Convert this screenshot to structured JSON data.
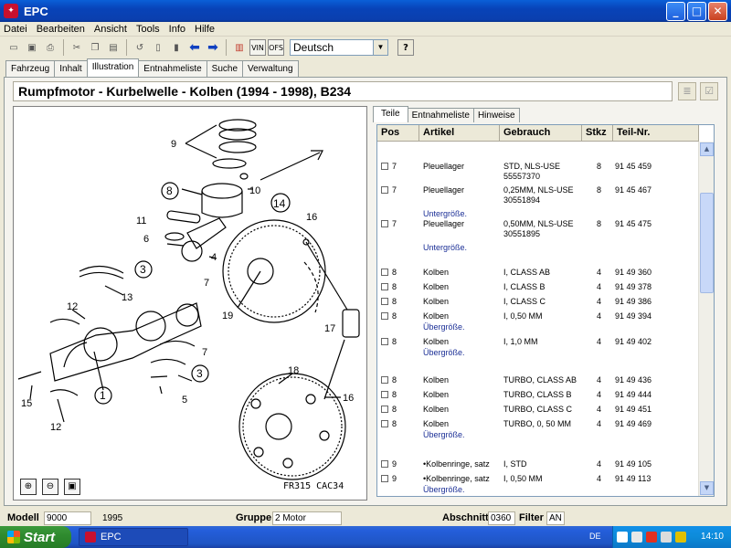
{
  "window": {
    "title": "EPC"
  },
  "menu": [
    "Datei",
    "Bearbeiten",
    "Ansicht",
    "Tools",
    "Info",
    "Hilfe"
  ],
  "toolbar": {
    "language": "Deutsch",
    "vin_label": "VIN",
    "ofs_label": "OFS",
    "help_label": "?"
  },
  "main_tabs": [
    "Fahrzeug",
    "Inhalt",
    "Illustration",
    "Entnahmeliste",
    "Suche",
    "Verwaltung"
  ],
  "heading": "Rumpfmotor - Kurbelwelle - Kolben   (1994 - 1998), B234",
  "illustration": {
    "callouts": [
      "9",
      "8",
      "10",
      "14",
      "11",
      "6",
      "4",
      "16",
      "3",
      "7",
      "12",
      "13",
      "19",
      "17",
      "7",
      "3",
      "5",
      "15",
      "1",
      "12",
      "18",
      "16"
    ],
    "figure_code": "FR315 CAC34"
  },
  "sub_tabs": [
    "Teile",
    "Entnahmeliste",
    "Hinweise"
  ],
  "parts_table": {
    "headers": [
      "Pos",
      "Artikel",
      "Gebrauch",
      "Stkz",
      "Teil-Nr."
    ],
    "rows": [
      {
        "pos": "7",
        "artikel": "Pleuellager",
        "gebrauch": "STD, NLS-USE",
        "gebrauch2": "55557370",
        "stk": "8",
        "teil": "91 45 459",
        "note": ""
      },
      {
        "pos": "7",
        "artikel": "Pleuellager",
        "gebrauch": "0,25MM, NLS-USE",
        "gebrauch2": "30551894",
        "stk": "8",
        "teil": "91 45 467",
        "note": "Untergröße."
      },
      {
        "pos": "7",
        "artikel": "Pleuellager",
        "gebrauch": "0,50MM, NLS-USE",
        "gebrauch2": "30551895",
        "stk": "8",
        "teil": "91 45 475",
        "note": "Untergröße."
      },
      {
        "pos": "8",
        "artikel": "Kolben",
        "gebrauch": "I, CLASS AB",
        "gebrauch2": "",
        "stk": "4",
        "teil": "91 49 360",
        "note": ""
      },
      {
        "pos": "8",
        "artikel": "Kolben",
        "gebrauch": "I, CLASS B",
        "gebrauch2": "",
        "stk": "4",
        "teil": "91 49 378",
        "note": ""
      },
      {
        "pos": "8",
        "artikel": "Kolben",
        "gebrauch": "I, CLASS C",
        "gebrauch2": "",
        "stk": "4",
        "teil": "91 49 386",
        "note": ""
      },
      {
        "pos": "8",
        "artikel": "Kolben",
        "gebrauch": "I, 0,50 MM",
        "gebrauch2": "",
        "stk": "4",
        "teil": "91 49 394",
        "note": "Übergröße."
      },
      {
        "pos": "8",
        "artikel": "Kolben",
        "gebrauch": "I, 1,0 MM",
        "gebrauch2": "",
        "stk": "4",
        "teil": "91 49 402",
        "note": "Übergröße."
      },
      {
        "pos": "8",
        "artikel": "Kolben",
        "gebrauch": "TURBO, CLASS AB",
        "gebrauch2": "",
        "stk": "4",
        "teil": "91 49 436",
        "note": ""
      },
      {
        "pos": "8",
        "artikel": "Kolben",
        "gebrauch": "TURBO, CLASS B",
        "gebrauch2": "",
        "stk": "4",
        "teil": "91 49 444",
        "note": ""
      },
      {
        "pos": "8",
        "artikel": "Kolben",
        "gebrauch": "TURBO, CLASS C",
        "gebrauch2": "",
        "stk": "4",
        "teil": "91 49 451",
        "note": ""
      },
      {
        "pos": "8",
        "artikel": "Kolben",
        "gebrauch": "TURBO, 0, 50 MM",
        "gebrauch2": "",
        "stk": "4",
        "teil": "91 49 469",
        "note": "Übergröße."
      },
      {
        "pos": "9",
        "artikel": "•Kolbenringe, satz",
        "gebrauch": "I, STD",
        "gebrauch2": "",
        "stk": "4",
        "teil": "91 49 105",
        "note": ""
      },
      {
        "pos": "9",
        "artikel": "•Kolbenringe, satz",
        "gebrauch": "I, 0,50 MM",
        "gebrauch2": "",
        "stk": "4",
        "teil": "91 49 113",
        "note": "Übergröße."
      }
    ]
  },
  "status": {
    "modell_label": "Modell",
    "modell_value": "9000",
    "year": "1995",
    "gruppe_label": "Gruppe",
    "gruppe_value": "2 Motor",
    "abschnitt_label": "Abschnitt",
    "abschnitt_value": "0360",
    "filter_label": "Filter",
    "filter_value": "AN"
  },
  "taskbar": {
    "start_label": "Start",
    "task_label": "EPC",
    "lang": "DE",
    "clock": "14:10"
  }
}
